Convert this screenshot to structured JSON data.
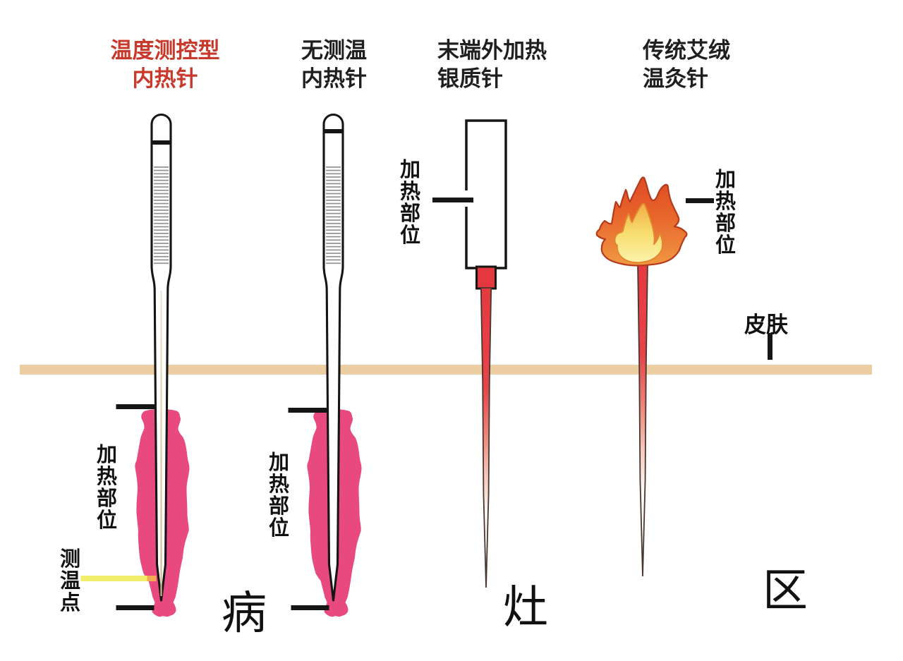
{
  "needles": [
    {
      "title_line1": "温度测控型",
      "title_line2": "内热针"
    },
    {
      "title_line1": "无测温",
      "title_line2": "内热针"
    },
    {
      "title_line1": "末端外加热",
      "title_line2": "银质针"
    },
    {
      "title_line1": "传统艾绒",
      "title_line2": "温灸针"
    }
  ],
  "labels": {
    "heating_part": "加热部位",
    "temp_point": "测温点",
    "skin": "皮肤"
  },
  "big_chars": {
    "bing": "病",
    "zao": "灶",
    "qu": "区"
  },
  "colors": {
    "title1_red": "#c9392b",
    "skin_band": "#edcda2",
    "blob_pink": "#e8497e",
    "needle_red": "#e5383e",
    "temp_line_yellow": "#f1ee6b",
    "flame_orange": "#e9662b",
    "flame_yellow": "#f8e87d"
  }
}
